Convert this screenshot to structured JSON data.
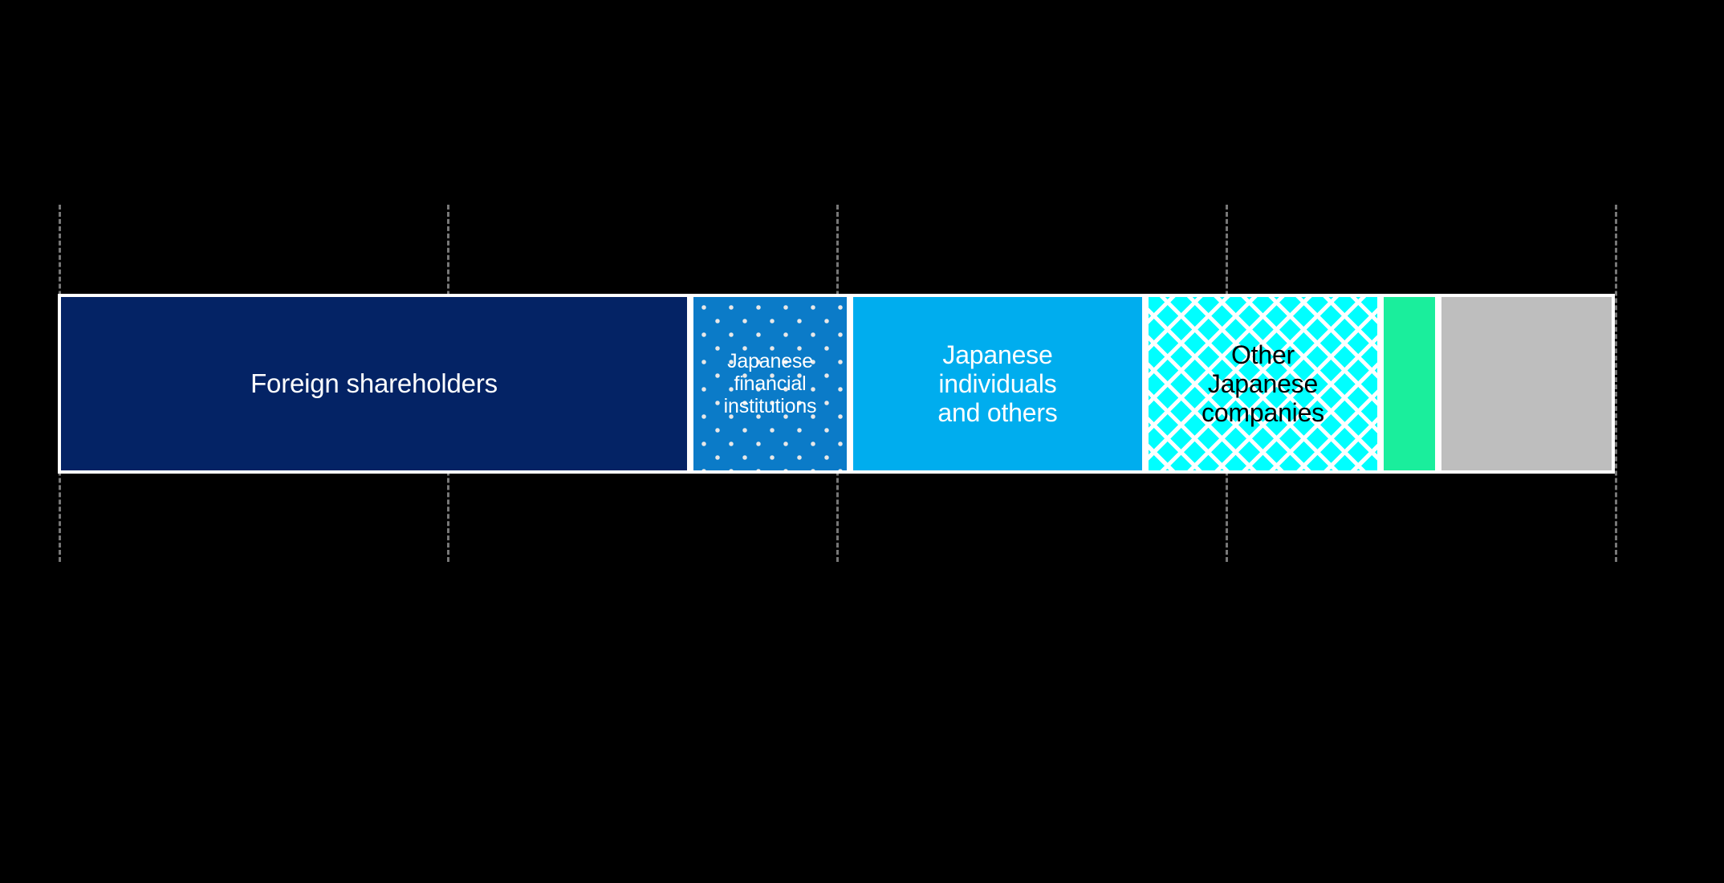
{
  "chart_data": {
    "type": "bar",
    "orientation": "horizontal",
    "stacked": true,
    "title": "",
    "subtitle": "",
    "xlabel": "",
    "ylabel": "",
    "xlim": [
      0,
      100
    ],
    "grid": true,
    "grid_style": "dashed",
    "grid_color": "#8c8c8c",
    "legend": "none",
    "background_color": "#000000",
    "tick_labels": [],
    "categories": [
      ""
    ],
    "series": [
      {
        "name": "Foreign shareholders",
        "label": "Foreign shareholders",
        "value": 40.5,
        "color": "#042365",
        "pattern": "solid",
        "label_color": "#ffffff"
      },
      {
        "name": "Japanese financial institutions",
        "label": "Japanese\nfinancial\ninstitutions",
        "value": 10.1,
        "color": "#0b7bc8",
        "pattern": "dots",
        "pattern_color": "#e8e8e8",
        "label_color": "#ffffff"
      },
      {
        "name": "Japanese individuals and others",
        "label": "Japanese\nindividuals\nand others",
        "value": 18.8,
        "color": "#00ADEE",
        "pattern": "solid",
        "label_color": "#ffffff"
      },
      {
        "name": "Other Japanese companies",
        "label": "Other\nJapanese\ncompanies",
        "value": 14.9,
        "color": "#00FFFF",
        "pattern": "crosshatch",
        "pattern_color": "#ffffff",
        "label_color": "#000000"
      },
      {
        "name": "Unlabeled green segment",
        "label": "",
        "value": 3.5,
        "color": "#1AEE9C",
        "pattern": "solid",
        "label_color": ""
      },
      {
        "name": "Unlabeled gray segment",
        "label": "",
        "value": 10.7,
        "color": "#BEBEBE",
        "pattern": "solid",
        "label_color": ""
      }
    ]
  }
}
